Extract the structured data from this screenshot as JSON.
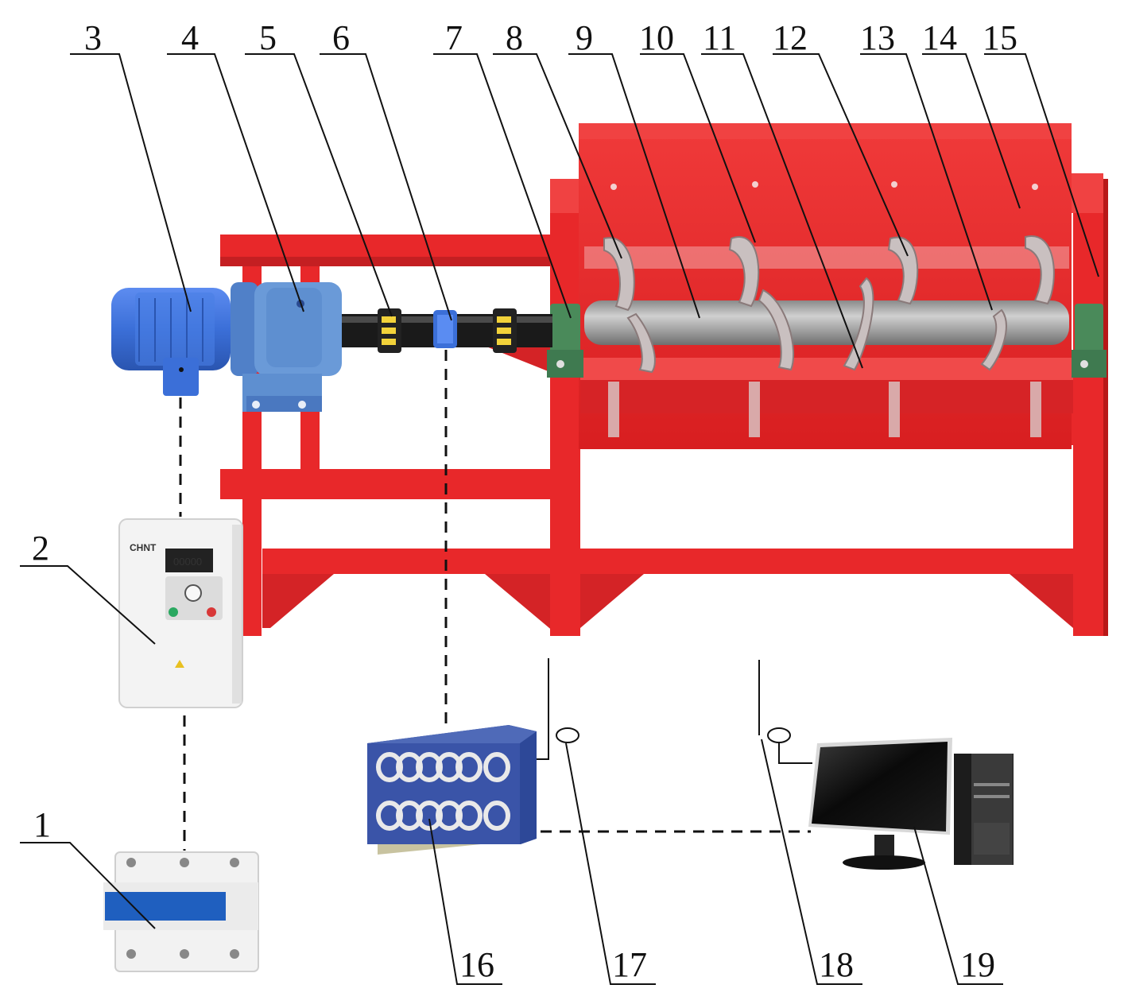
{
  "diagram": {
    "labels": [
      "1",
      "2",
      "3",
      "4",
      "5",
      "6",
      "7",
      "8",
      "9",
      "10",
      "11",
      "12",
      "13",
      "14",
      "15",
      "16",
      "17",
      "18",
      "19"
    ],
    "inverter_brand": "CHNT",
    "inverter_display": "00000"
  },
  "colors": {
    "frame_red": "#e8282a",
    "frame_red_dark": "#b81818",
    "motor_blue": "#3b6fd8",
    "reducer_blue": "#5e8fd0",
    "acquisition_box": "#3a54a8",
    "shaft_grey": "#a7a7a7"
  },
  "icons": {
    "motor": "electric-motor-icon",
    "reducer": "gear-reducer-icon",
    "inverter": "frequency-inverter-icon",
    "breaker": "circuit-breaker-icon",
    "daq": "data-acquisition-box-icon",
    "antenna": "wireless-antenna-icon",
    "computer": "desktop-computer-icon"
  }
}
